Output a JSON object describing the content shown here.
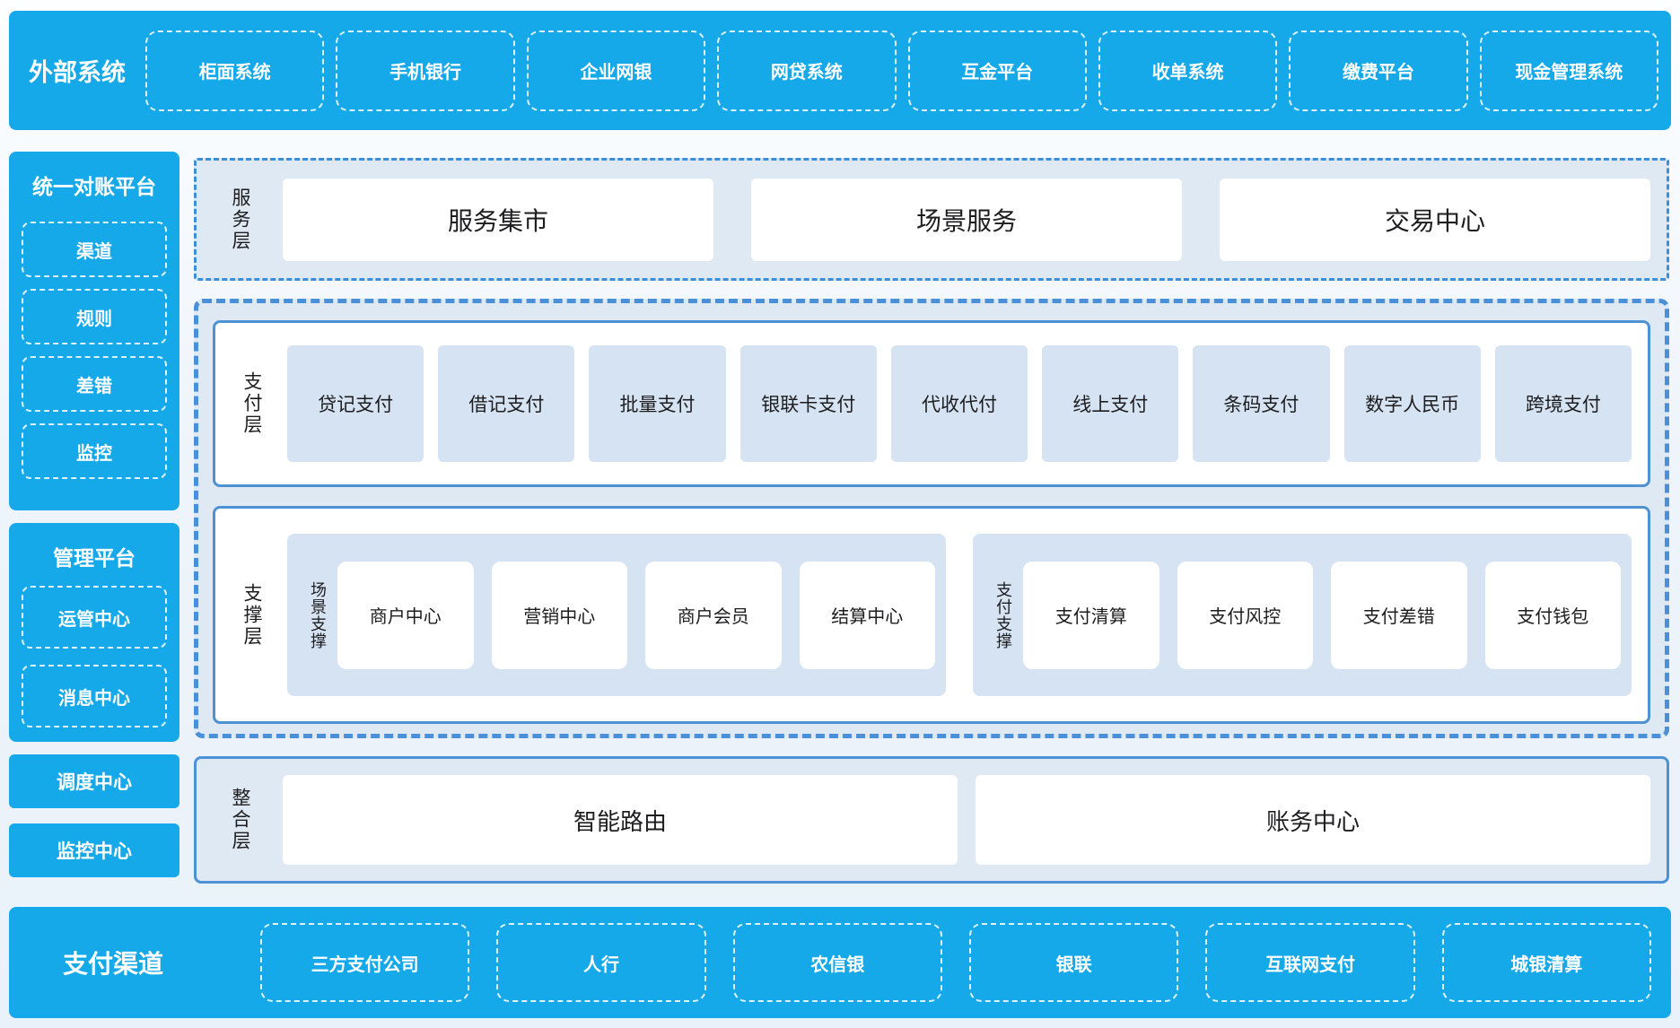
{
  "colors": {
    "accent": "#16a9e9",
    "panel": "#dfe9f4",
    "item": "#d6e3f2",
    "solid": "#4e92d6",
    "dash": "#4a90d9",
    "dashdot": "#3d8ed8",
    "ink": "#1d1d1f"
  },
  "top_band": {
    "label": "外部系统",
    "items": [
      "柜面系统",
      "手机银行",
      "企业网银",
      "网贷系统",
      "互金平台",
      "收单系统",
      "缴费平台",
      "现金管理系统"
    ]
  },
  "sidebar": {
    "reconciliation": {
      "title": "统一对账平台",
      "items": [
        "渠道",
        "规则",
        "差错",
        "监控"
      ]
    },
    "management": {
      "title": "管理平台",
      "items": [
        "运管中心",
        "消息中心"
      ]
    },
    "scheduler": "调度中心",
    "monitor": "监控中心"
  },
  "layers": {
    "service": {
      "label": "服务层",
      "items": [
        "服务集市",
        "场景服务",
        "交易中心"
      ]
    },
    "payment": {
      "label": "支付层",
      "items": [
        "贷记支付",
        "借记支付",
        "批量支付",
        "银联卡支付",
        "代收代付",
        "线上支付",
        "条码支付",
        "数字人民币",
        "跨境支付"
      ]
    },
    "support": {
      "label": "支撑层",
      "groups": [
        {
          "label": "场景支撑",
          "items": [
            "商户中心",
            "营销中心",
            "商户会员",
            "结算中心"
          ]
        },
        {
          "label": "支付支撑",
          "items": [
            "支付清算",
            "支付风控",
            "支付差错",
            "支付钱包"
          ]
        }
      ]
    },
    "integration": {
      "label": "整合层",
      "items": [
        "智能路由",
        "账务中心"
      ]
    }
  },
  "bottom_band": {
    "label": "支付渠道",
    "items": [
      "三方支付公司",
      "人行",
      "农信银",
      "银联",
      "互联网支付",
      "城银清算"
    ]
  }
}
